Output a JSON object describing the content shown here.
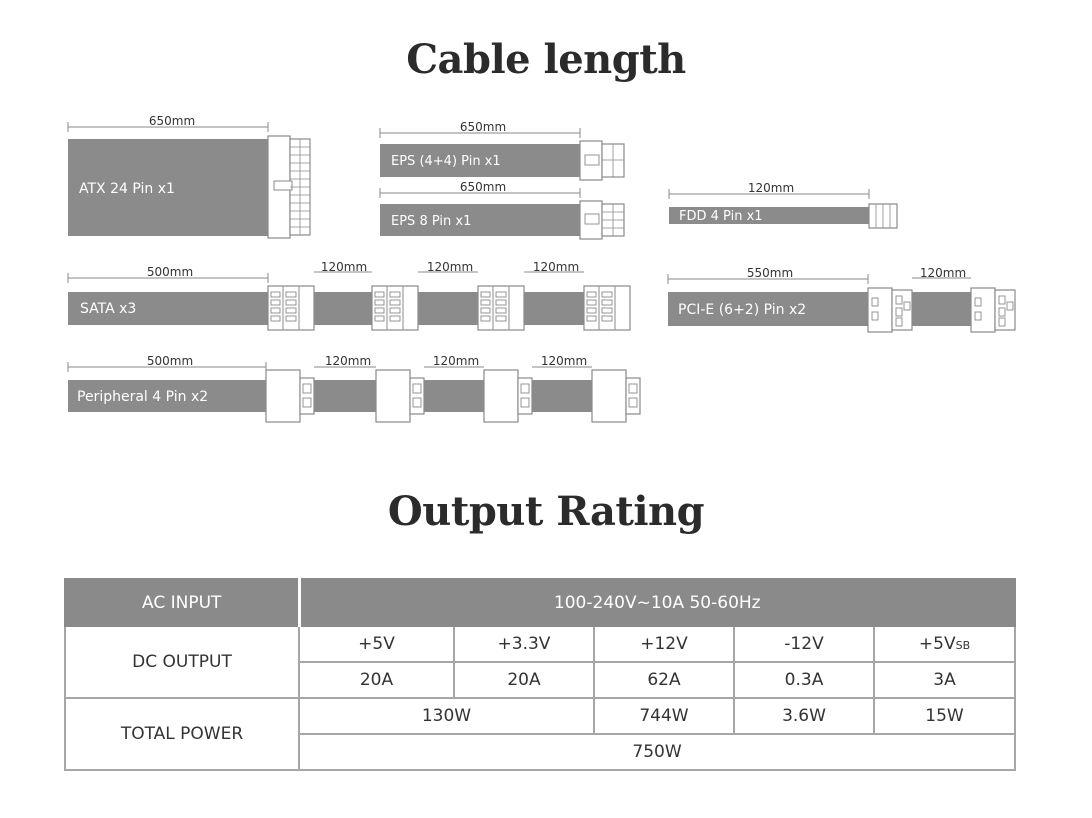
{
  "titles": {
    "cable_length": "Cable length",
    "output_rating": "Output Rating"
  },
  "cables": {
    "atx": {
      "label": "ATX 24 Pin x1",
      "length": "650mm"
    },
    "eps44": {
      "label": "EPS (4+4) Pin x1",
      "length": "650mm"
    },
    "eps8": {
      "label": "EPS 8 Pin x1",
      "length": "650mm"
    },
    "fdd": {
      "label": "FDD 4 Pin x1",
      "length": "120mm"
    },
    "sata": {
      "label": "SATA x3",
      "length": "500mm",
      "segments": [
        "120mm",
        "120mm",
        "120mm"
      ]
    },
    "pcie": {
      "label": "PCI-E (6+2) Pin x2",
      "length": "550mm",
      "segment": "120mm"
    },
    "peripheral": {
      "label": "Peripheral 4 Pin x2",
      "length": "500mm",
      "segments": [
        "120mm",
        "120mm",
        "120mm"
      ]
    }
  },
  "table": {
    "ac_input_label": "AC INPUT",
    "ac_input_value": "100-240V~10A 50-60Hz",
    "dc_output_label": "DC OUTPUT",
    "rails": [
      "+5V",
      "+3.3V",
      "+12V",
      "-12V",
      "+5V"
    ],
    "rail_5vsb_subscript": "SB",
    "currents": [
      "20A",
      "20A",
      "62A",
      "0.3A",
      "3A"
    ],
    "total_power_label": "TOTAL POWER",
    "combined_5v_33v": "130W",
    "power_12v": "744W",
    "power_n12v": "3.6W",
    "power_5vsb": "15W",
    "total": "750W"
  },
  "colors": {
    "cable": "#8b8b8b",
    "connector_stroke": "#8a8a8a",
    "header_bg": "#8a8a8a",
    "border": "#a6a6a6"
  }
}
